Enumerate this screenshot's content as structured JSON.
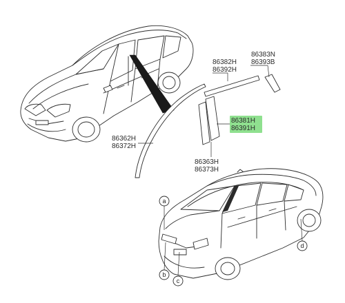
{
  "diagram": {
    "colors": {
      "highlight": "#8fe08f",
      "line": "#2b2b2b",
      "background": "#ffffff"
    },
    "part_labels": {
      "rear_upper_primary": "86383N",
      "rear_upper_secondary": "86393B",
      "roof_rear_primary": "86382H",
      "roof_rear_secondary": "86392H",
      "b_pillar_primary": "86381H",
      "b_pillar_secondary": "86391H",
      "front_pillar_primary": "86362H",
      "front_pillar_secondary": "86372H",
      "c_pillar_primary": "86363H",
      "c_pillar_secondary": "86373H"
    },
    "callouts": {
      "a": "a",
      "b": "b",
      "c": "c",
      "d": "d"
    }
  }
}
